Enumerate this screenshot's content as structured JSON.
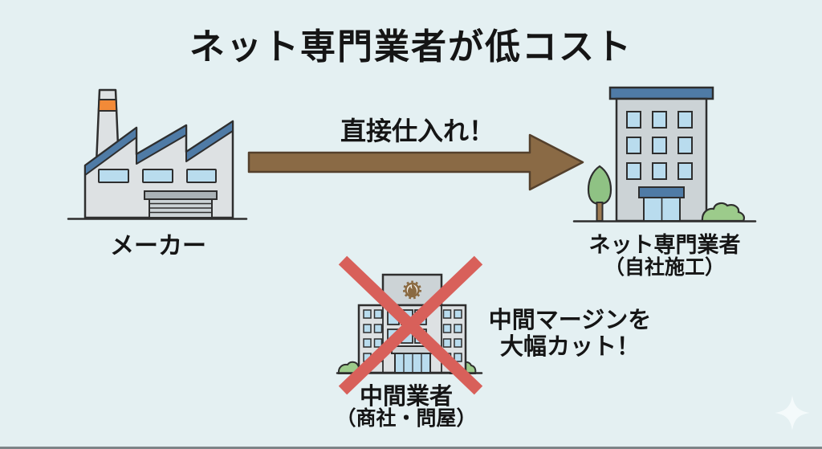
{
  "title": "ネット専門業者が低コスト",
  "arrow": {
    "label": "直接仕入れ！"
  },
  "nodes": {
    "maker": {
      "label": "メーカー"
    },
    "net_contractor": {
      "label": "ネット専門業者",
      "sublabel": "（自社施工）"
    },
    "middleman": {
      "label": "中間業者",
      "sublabel": "（商社・問屋）"
    }
  },
  "note": {
    "line1": "中間マージンを",
    "line2": "大幅カット！"
  },
  "icons": {
    "maker": "factory-icon",
    "flow": "arrow-right-icon",
    "net_contractor": "office-building-icon",
    "middleman": "middleman-building-icon",
    "cancel": "cross-out-icon",
    "decoration": "sparkle-icon"
  },
  "colors": {
    "background": "#e4f0f2",
    "outline": "#2e2e2e",
    "text": "#151515",
    "arrow_fill": "#8a6a45",
    "arrow_outline": "#54402c",
    "cross_red": "#d8605a",
    "roof_blue": "#4f7ba6",
    "window_blue": "#b9dcee",
    "building_gray": "#ccd3d6",
    "building_light": "#dde1e3",
    "door_gray": "#aab2b6",
    "chimney_orange": "#f28a38",
    "tree_green": "#8fc284",
    "bush_green": "#9ccb8b",
    "trunk_brown": "#9c7a52",
    "emblem_brown": "#8a6a42",
    "sparkle_white": "#f7fdfd",
    "bottom_edge": "#454b4e"
  }
}
